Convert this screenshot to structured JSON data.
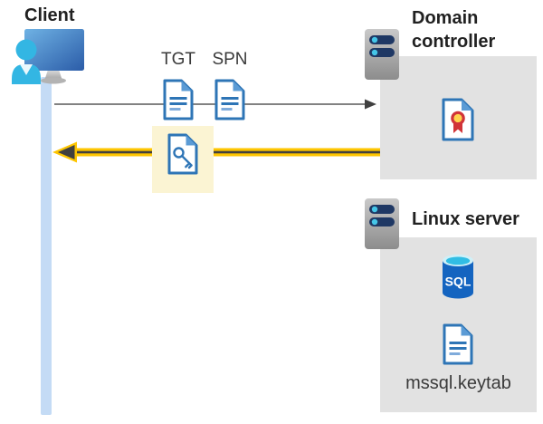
{
  "colors": {
    "accent_yellow": "#FDC500",
    "arrow_gray": "#595959",
    "box_gray": "#E2E2E2",
    "highlight_yellow": "#FBF4D3",
    "doc_blue": "#2E75B6",
    "lifeline_blue": "#C4DBF5"
  },
  "client": {
    "label": "Client"
  },
  "flow": {
    "tgt_label": "TGT",
    "spn_label": "SPN"
  },
  "domain_controller": {
    "label": "Domain controller"
  },
  "linux_server": {
    "label": "Linux server",
    "sql_icon_text": "SQL",
    "keytab_label": "mssql.keytab"
  }
}
